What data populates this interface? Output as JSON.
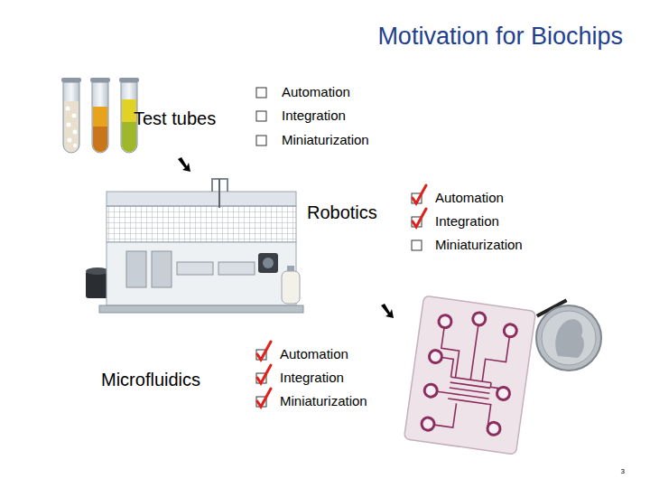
{
  "diagram": {
    "title": "Motivation for Biochips",
    "labels": [
      "Test tubes",
      "Automation",
      "Integration",
      "Miniaturization",
      "Robotics",
      "Automation",
      "Integration",
      "Miniaturization",
      "Microfluidics",
      "Automation",
      "Integration",
      "Miniaturization",
      "3"
    ]
  }
}
